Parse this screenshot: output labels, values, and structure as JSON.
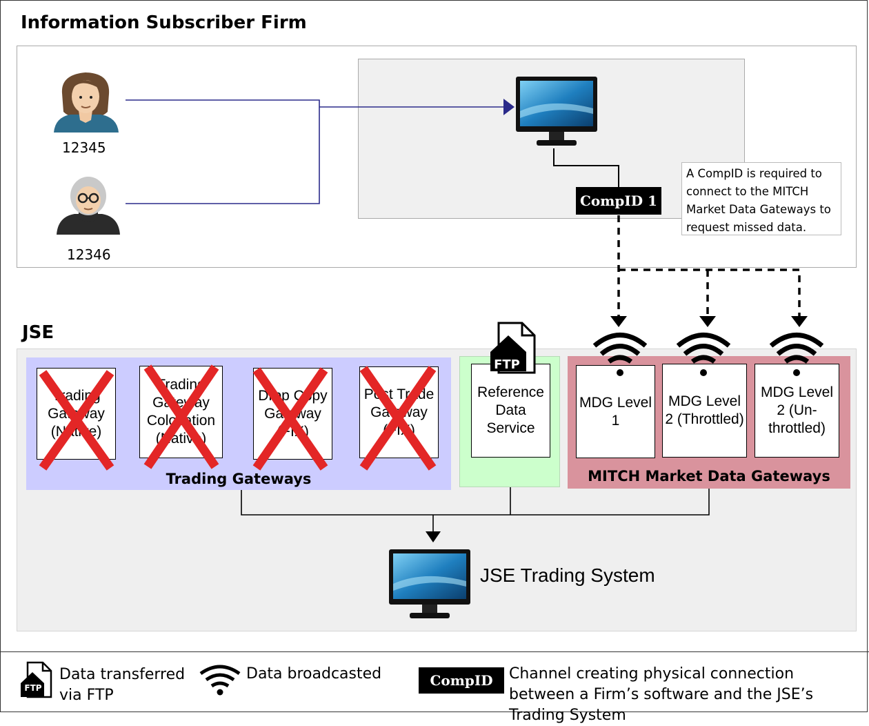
{
  "firm": {
    "title": "Information Subscriber Firm",
    "users": [
      {
        "id": "12345",
        "icon": "user-brown-hair-icon"
      },
      {
        "id": "12346",
        "icon": "user-grey-hair-glasses-icon"
      }
    ],
    "compid_label": "CompID 1",
    "note": "A CompID is required to connect to the MITCH Market Data Gateways to request missed data."
  },
  "jse": {
    "title": "JSE",
    "trading_gateways": {
      "label": "Trading Gateways",
      "color": "#ccccff",
      "items": [
        {
          "label": "Trading Gateway (Native)",
          "status": "crossed-out"
        },
        {
          "label": "Trading Gateway Colocation (Native)",
          "status": "crossed-out"
        },
        {
          "label": "Drop Copy Gateway (FIX)",
          "status": "crossed-out"
        },
        {
          "label": "Post Trade Gateway (FIX)",
          "status": "crossed-out"
        }
      ]
    },
    "reference_data": {
      "label": "Reference Data Service",
      "color": "#ccffcc",
      "ftp_badge": "FTP"
    },
    "mdg": {
      "label": "MITCH Market Data Gateways",
      "color": "#d9939d",
      "items": [
        {
          "label": "MDG Level 1"
        },
        {
          "label": "MDG Level 2 (Throttled)"
        },
        {
          "label": "MDG Level 2 (Un-throttled)"
        }
      ]
    },
    "trading_system": "JSE Trading System"
  },
  "legend": {
    "ftp_badge": "FTP",
    "ftp_text": "Data transferred via FTP",
    "broadcast_text": "Data broadcasted",
    "compid_label": "CompID",
    "compid_text": "Channel creating physical connection between a Firm’s software and the JSE’s Trading System"
  }
}
